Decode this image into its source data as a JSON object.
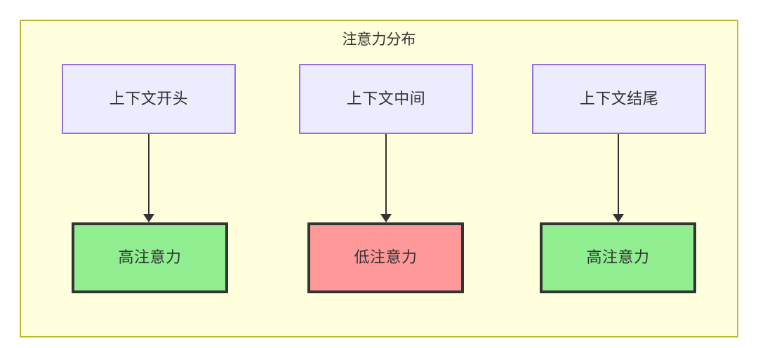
{
  "diagram": {
    "title": "注意力分布",
    "background_color": "#ffffff",
    "cluster": {
      "fill": "#ffffde",
      "stroke": "#bbbb33"
    },
    "nodes": {
      "context": [
        {
          "id": "context-start",
          "label": "上下文开头",
          "fill": "#ececff",
          "stroke": "#9370db"
        },
        {
          "id": "context-middle",
          "label": "上下文中间",
          "fill": "#ececff",
          "stroke": "#9370db"
        },
        {
          "id": "context-end",
          "label": "上下文结尾",
          "fill": "#ececff",
          "stroke": "#9370db"
        }
      ],
      "attention": [
        {
          "id": "attention-high-start",
          "label": "高注意力",
          "fill": "#90ee90",
          "stroke": "#333333"
        },
        {
          "id": "attention-low-middle",
          "label": "低注意力",
          "fill": "#ff9999",
          "stroke": "#333333"
        },
        {
          "id": "attention-high-end",
          "label": "高注意力",
          "fill": "#90ee90",
          "stroke": "#333333"
        }
      ]
    },
    "edges": [
      {
        "from": "上下文开头",
        "to": "高注意力",
        "arrow": "down-arrow-icon"
      },
      {
        "from": "上下文中间",
        "to": "低注意力",
        "arrow": "down-arrow-icon"
      },
      {
        "from": "上下文结尾",
        "to": "高注意力",
        "arrow": "down-arrow-icon"
      }
    ]
  }
}
